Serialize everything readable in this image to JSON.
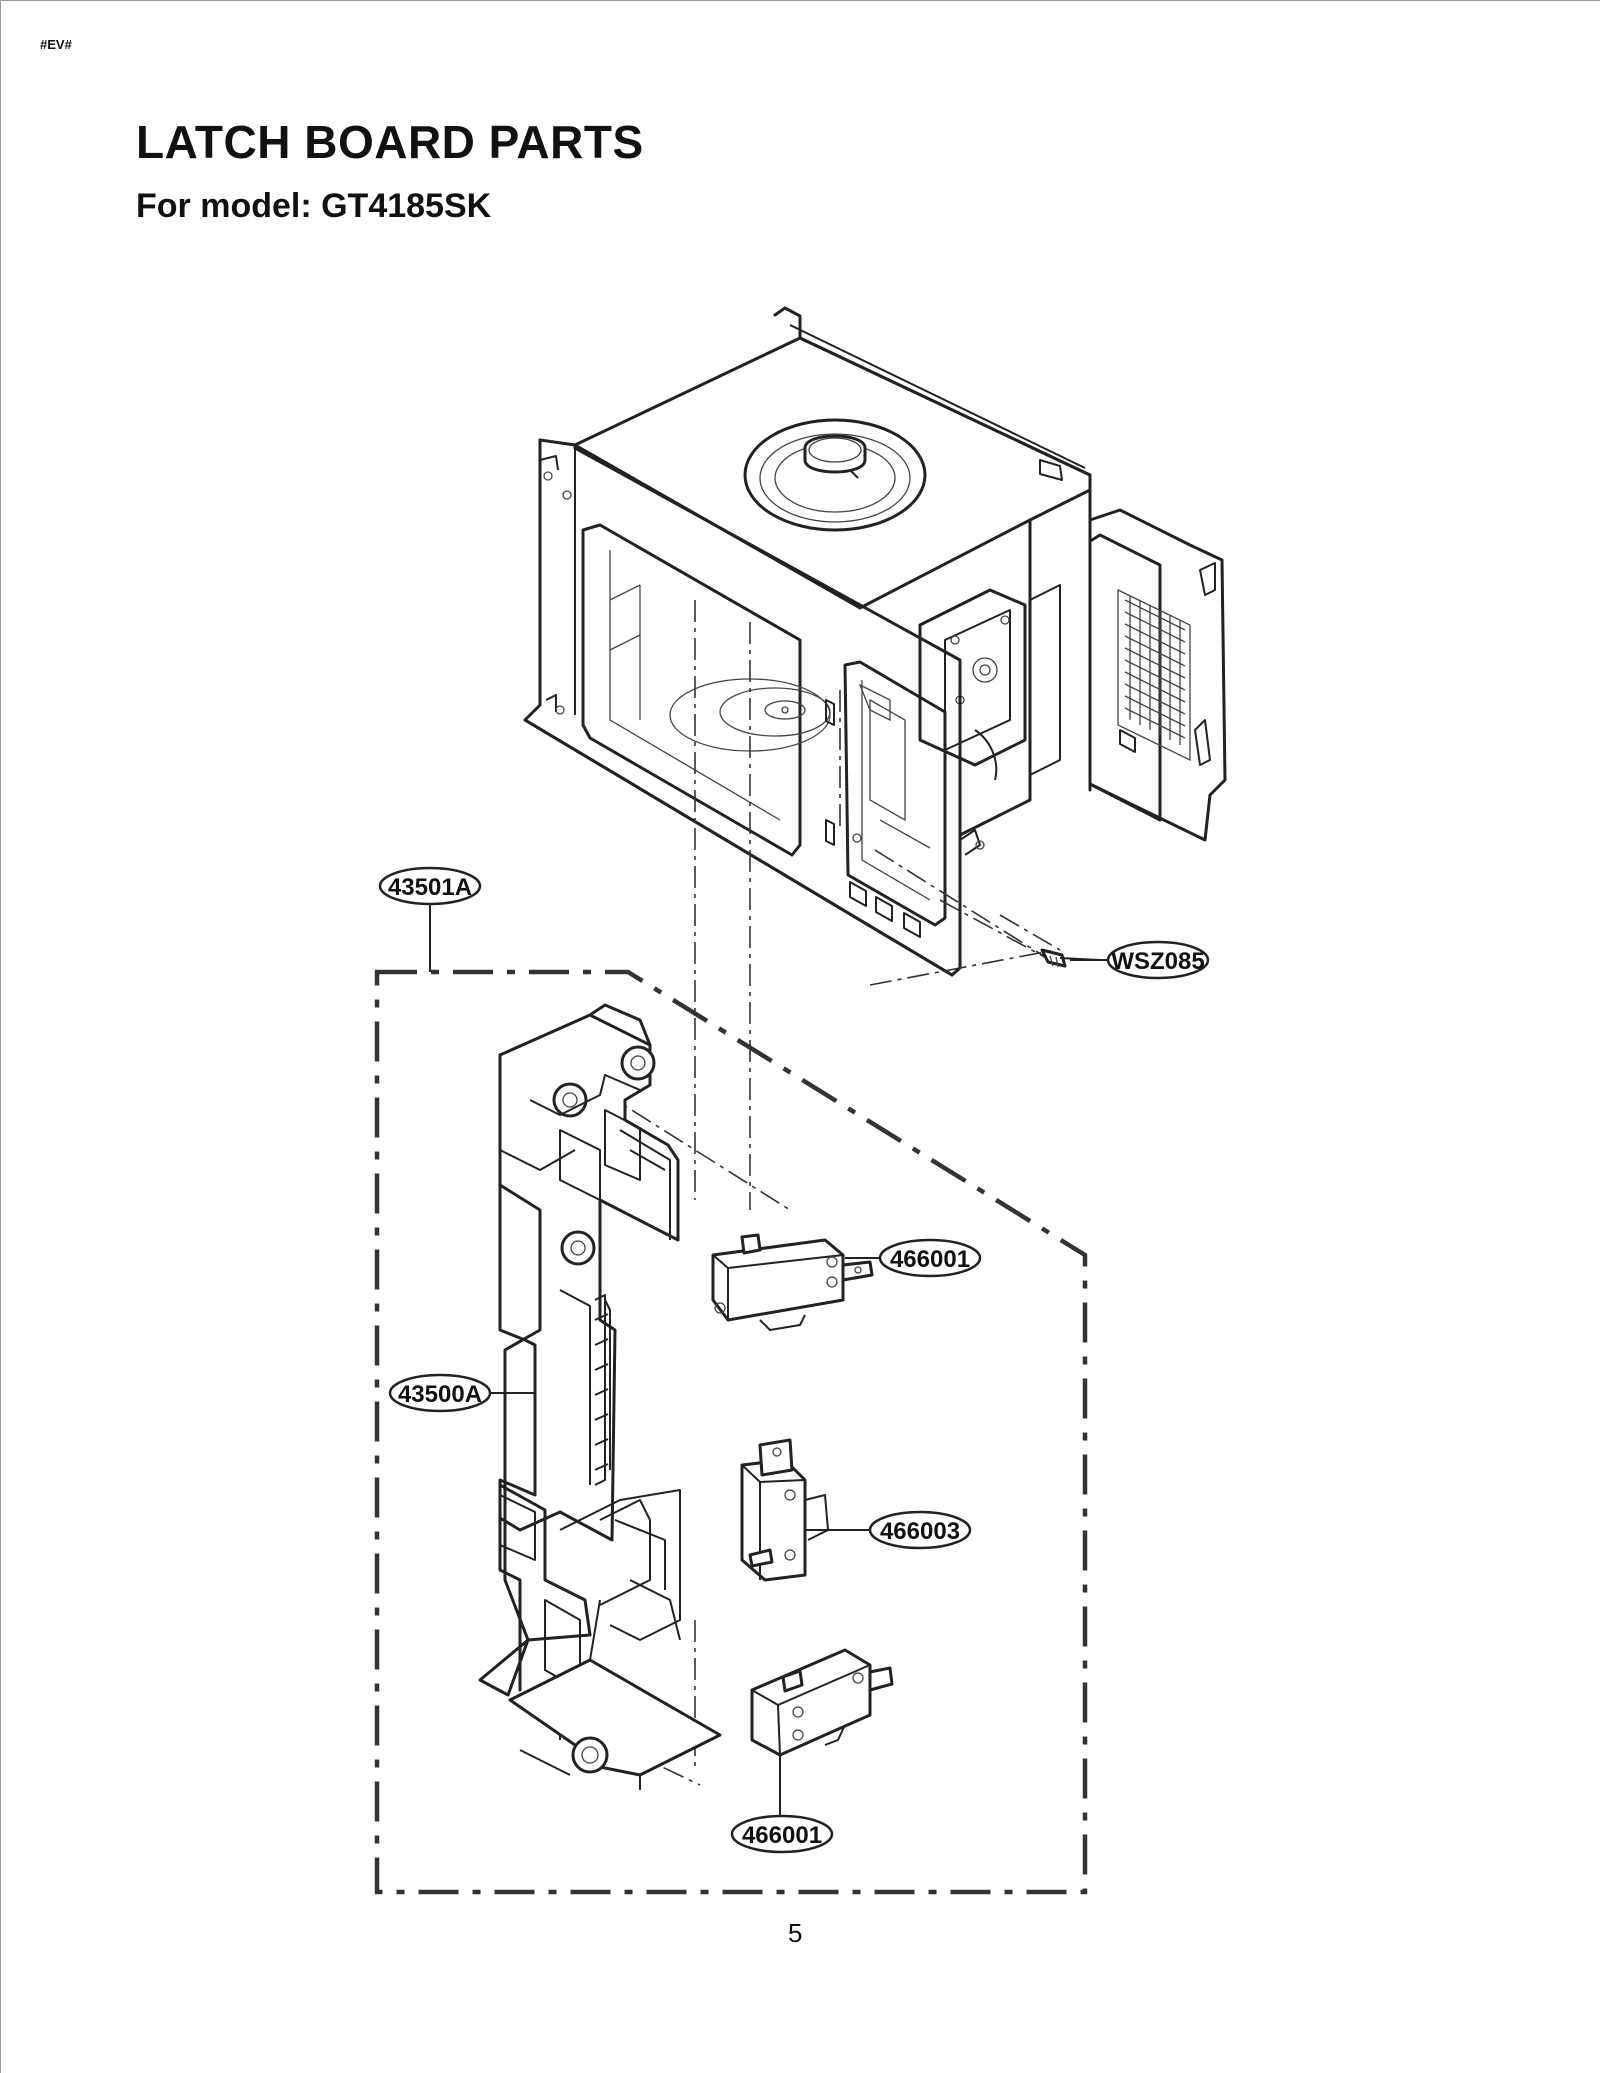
{
  "page": {
    "code": "#EV#",
    "title": "LATCH BOARD PARTS",
    "subtitle": "For model: GT4185SK",
    "page_number": "5"
  },
  "callouts": {
    "latch_assembly": "43501A",
    "screw": "WSZ085",
    "switch_top": "466001",
    "latch_board": "43500A",
    "switch_middle": "466003",
    "switch_bottom": "466001"
  }
}
